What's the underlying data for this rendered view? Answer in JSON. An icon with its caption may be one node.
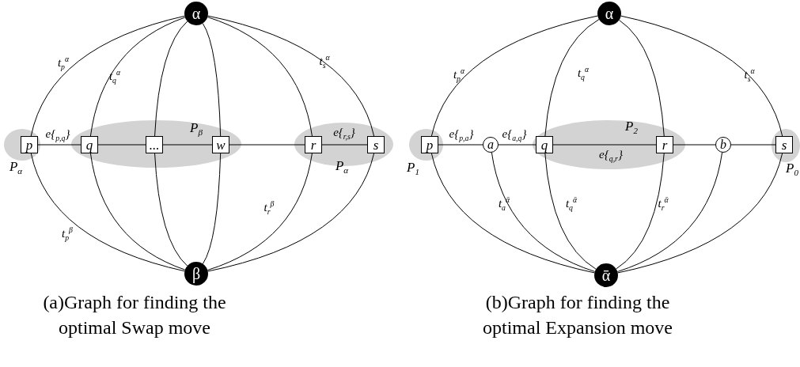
{
  "diagram": {
    "nodes": [
      {
        "text": [
          "α"
        ]
      },
      {
        "text": [
          "P$_{α}$"
        ]
      },
      {
        "text": [
          "p"
        ],
        "in": 1
      },
      {
        "text": [
          "P$_{β}$"
        ]
      },
      {
        "text": [
          "q"
        ],
        "in": 3
      },
      {
        "text": [
          "..."
        ],
        "in": 3
      },
      {
        "text": [
          "w"
        ],
        "in": 3
      },
      {
        "text": [
          "P$_{α}$"
        ]
      },
      {
        "text": [
          "r"
        ],
        "in": 7
      },
      {
        "text": [
          "s"
        ],
        "in": 7
      },
      {
        "text": [
          "β"
        ]
      },
      {
        "text": [
          "α"
        ]
      },
      {
        "text": [
          "P$_{1}$"
        ]
      },
      {
        "text": [
          "p"
        ],
        "in": 12
      },
      {
        "text": [
          "a"
        ]
      },
      {
        "text": [
          "P$_{2}$"
        ]
      },
      {
        "text": [
          "q"
        ],
        "in": 15
      },
      {
        "text": [
          "r"
        ],
        "in": 15
      },
      {
        "text": [
          "b"
        ]
      },
      {
        "text": [
          "P$_{0}$"
        ]
      },
      {
        "text": [
          "s"
        ],
        "in": 19
      },
      {
        "text": [
          "ᾱ"
        ]
      }
    ],
    "edges": [
      {
        "from": 0,
        "to": 2,
        "arrow": "none",
        "label": "t$_{p}$$^{α}$"
      },
      {
        "from": 0,
        "to": 4,
        "arrow": "none",
        "label": "t$_{q}$$^{α}$"
      },
      {
        "from": 0,
        "to": 5,
        "arrow": "none"
      },
      {
        "from": 0,
        "to": 6,
        "arrow": "none"
      },
      {
        "from": 0,
        "to": 8,
        "arrow": "none"
      },
      {
        "from": 0,
        "to": 9,
        "arrow": "none",
        "label": "t$_{s}$$^{α}$"
      },
      {
        "from": 10,
        "to": 2,
        "arrow": "none",
        "label": "t$_{p}$$^{β}$"
      },
      {
        "from": 10,
        "to": 4,
        "arrow": "none"
      },
      {
        "from": 10,
        "to": 5,
        "arrow": "none"
      },
      {
        "from": 10,
        "to": 6,
        "arrow": "none"
      },
      {
        "from": 10,
        "to": 8,
        "arrow": "none",
        "label": "t$_{r}$$^{β}$"
      },
      {
        "from": 10,
        "to": 9,
        "arrow": "none"
      },
      {
        "from": 2,
        "to": 4,
        "arrow": "none",
        "label": "e{$_{p,q}$}"
      },
      {
        "from": 4,
        "to": 5,
        "arrow": "none"
      },
      {
        "from": 5,
        "to": 6,
        "arrow": "none"
      },
      {
        "from": 6,
        "to": 8,
        "arrow": "none"
      },
      {
        "from": 8,
        "to": 9,
        "arrow": "none",
        "label": "e{$_{r,s}$}"
      },
      {
        "from": 11,
        "to": 13,
        "arrow": "none",
        "label": "t$_{p}$$^{α}$"
      },
      {
        "from": 11,
        "to": 16,
        "arrow": "none",
        "label": "t$_{q}$$^{α}$"
      },
      {
        "from": 11,
        "to": 17,
        "arrow": "none"
      },
      {
        "from": 11,
        "to": 20,
        "arrow": "none",
        "label": "t$_{s}$$^{α}$"
      },
      {
        "from": 21,
        "to": 13,
        "arrow": "none"
      },
      {
        "from": 21,
        "to": 14,
        "arrow": "none",
        "label": "t$_{a}$$^{ᾱ}$"
      },
      {
        "from": 21,
        "to": 16,
        "arrow": "none",
        "label": "t$_{q}$$^{ᾱ}$"
      },
      {
        "from": 21,
        "to": 17,
        "arrow": "none",
        "label": "t$_{r}$$^{ᾱ}$"
      },
      {
        "from": 21,
        "to": 18,
        "arrow": "none"
      },
      {
        "from": 21,
        "to": 20,
        "arrow": "none"
      },
      {
        "from": 13,
        "to": 14,
        "arrow": "none",
        "label": "e{$_{p,a}$}"
      },
      {
        "from": 14,
        "to": 16,
        "arrow": "none",
        "label": "e{$_{a,q}$}"
      },
      {
        "from": 16,
        "to": 17,
        "arrow": "none",
        "label": "e{$_{q,r}$}"
      },
      {
        "from": 17,
        "to": 18,
        "arrow": "none"
      },
      {
        "from": 18,
        "to": 20,
        "arrow": "none"
      }
    ],
    "labels": [
      "(a)Graph for finding the optimal Swap move",
      "(b)Graph for finding the optimal Expansion move"
    ]
  }
}
